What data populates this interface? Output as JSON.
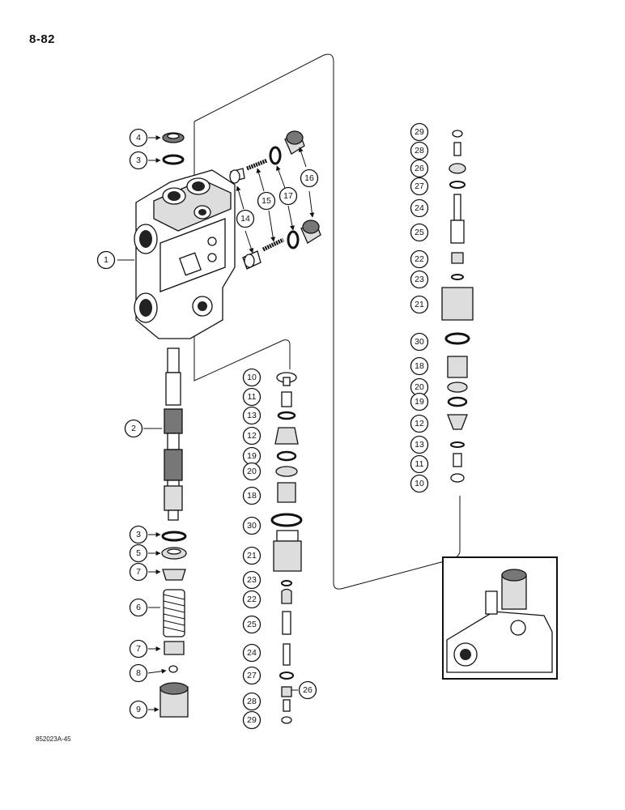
{
  "page_number": "8-82",
  "figure_code": "852023A-45",
  "callouts_left": [
    "4",
    "3",
    "1",
    "2",
    "3",
    "5",
    "7",
    "6",
    "7",
    "8",
    "9"
  ],
  "callouts_center": [
    "14",
    "15",
    "17",
    "16",
    "10",
    "11",
    "13",
    "12",
    "19",
    "20",
    "18",
    "30",
    "21",
    "23",
    "22",
    "25",
    "24",
    "27",
    "26",
    "28",
    "29"
  ],
  "callouts_right": [
    "29",
    "28",
    "26",
    "27",
    "24",
    "25",
    "22",
    "23",
    "21",
    "30",
    "18",
    "20",
    "19",
    "12",
    "13",
    "11",
    "10"
  ]
}
